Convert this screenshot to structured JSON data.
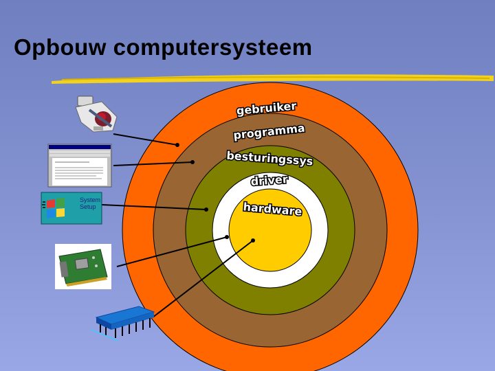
{
  "title": "Opbouw computersysteem",
  "layers": {
    "gebruiker": "gebruiker",
    "programma": "programma",
    "besturingssys": "besturingssys",
    "driver": "driver",
    "hardware": "hardware"
  },
  "icons": {
    "setup_line1": "System",
    "setup_line2": "Setup"
  },
  "colors": {
    "gebruiker": "#ff6600",
    "programma": "#996633",
    "besturingssys": "#808000",
    "driver": "#ffffff",
    "hardware": "#ffcc00"
  }
}
